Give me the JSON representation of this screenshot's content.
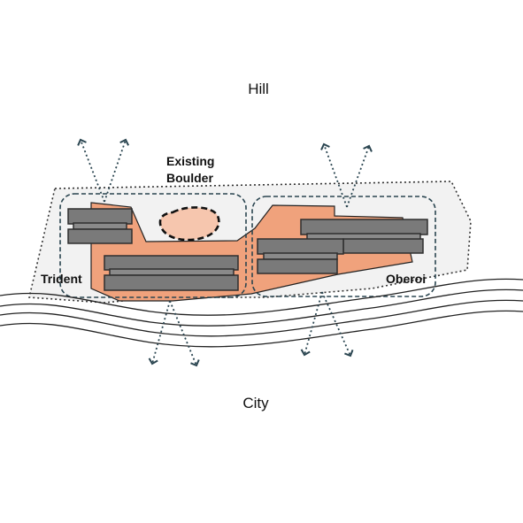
{
  "labels": {
    "top": "Hill",
    "bottom": "City",
    "boulder_line1": "Existing",
    "boulder_line2": "Boulder",
    "left_zone": "Trident",
    "right_zone": "Oberoi"
  },
  "colors": {
    "site_fill": "#f2f2f2",
    "footprint_fill": "#f0a27c",
    "boulder_fill": "#f6c6ae",
    "building_fill": "#7a7a7a",
    "building_stroke": "#2e2e2e",
    "arrow_color": "#2a4550",
    "outline_color": "#333333"
  }
}
